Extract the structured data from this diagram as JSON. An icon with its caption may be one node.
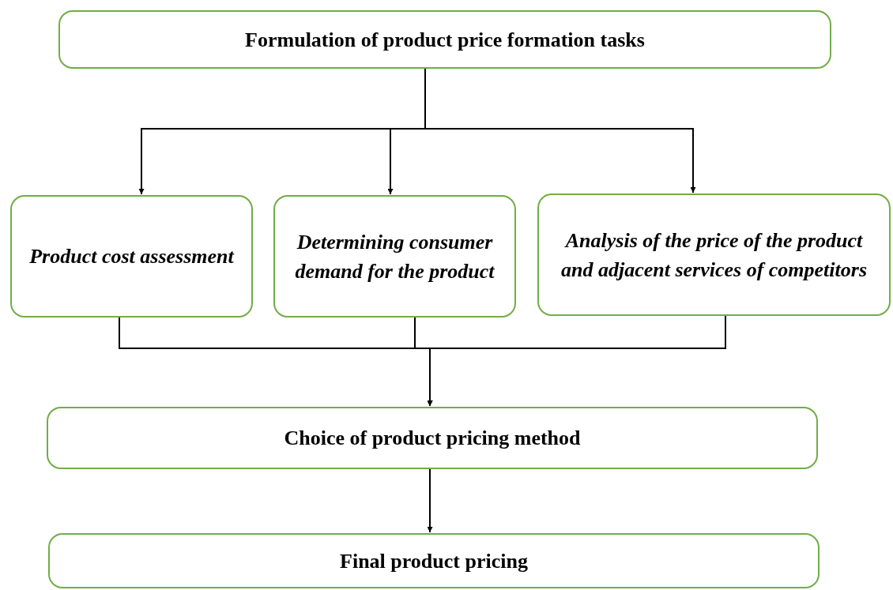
{
  "diagram": {
    "nodes": [
      {
        "text": [
          "Formulation of product price formation tasks"
        ]
      },
      {
        "text": [
          "Product cost assessment"
        ]
      },
      {
        "text": [
          "Determining consumer demand for the product"
        ]
      },
      {
        "text": [
          "Analysis of the price of the product and adjacent services of competitors"
        ]
      },
      {
        "text": [
          "Choice of product pricing method"
        ]
      },
      {
        "text": [
          "Final product pricing"
        ]
      }
    ],
    "edges": [
      {
        "from": 0,
        "to": 1,
        "arrow": "to"
      },
      {
        "from": 0,
        "to": 2,
        "arrow": "to"
      },
      {
        "from": 0,
        "to": 3,
        "arrow": "to"
      },
      {
        "from": 1,
        "to": 4,
        "arrow": "to"
      },
      {
        "from": 2,
        "to": 4,
        "arrow": "to"
      },
      {
        "from": 3,
        "to": 4,
        "arrow": "to"
      },
      {
        "from": 4,
        "to": 5,
        "arrow": "to"
      }
    ]
  }
}
